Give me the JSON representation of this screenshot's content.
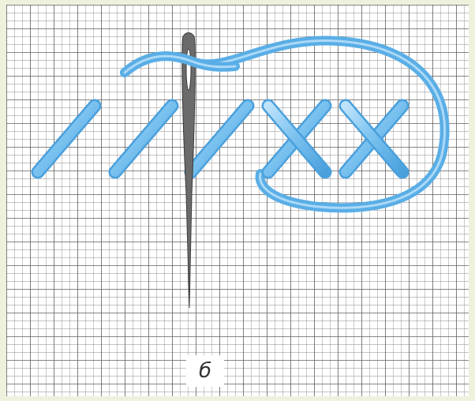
{
  "figure": {
    "caption": "б",
    "colors": {
      "background": "#eef1dc",
      "paper": "#ffffff",
      "grid_line": "#8a8a8a",
      "thread": "#5aaee6",
      "thread_light": "#bfe3fb",
      "needle": "#6b6b6b"
    },
    "stitches": [
      {
        "kind": "half-cross"
      },
      {
        "kind": "half-cross"
      },
      {
        "kind": "half-cross"
      },
      {
        "kind": "cross"
      },
      {
        "kind": "cross"
      }
    ],
    "icons": [
      "needle-icon",
      "thread-loop-icon"
    ]
  }
}
